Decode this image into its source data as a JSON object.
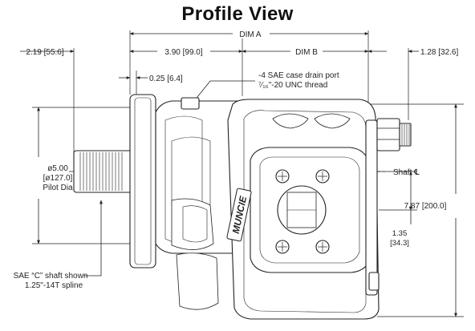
{
  "title": "Profile View",
  "dimensions": {
    "dim_a": "DIM A",
    "dim_b": "DIM B",
    "left_overall": "2.19 [55.6]",
    "mid_length": "3.90 [99.0]",
    "right_fitting": "1.28 [32.6]",
    "flange_thickness": "0.25 [6.4]",
    "height_total": "7.87 [200.0]",
    "shaft_offset_line1": "1.35",
    "shaft_offset_line2": "[34.3]"
  },
  "callouts": {
    "drain_port_line1": "-4 SAE case drain port",
    "drain_port_line2": "⁷⁄₁₆\"-20 UNC thread",
    "pilot_line1": "ø5.00",
    "pilot_line2": "[ø127.0]",
    "pilot_line3": "Pilot Dia",
    "shaft_line1": "SAE “C” shaft shown",
    "shaft_line2": "1.25\"-14T spline",
    "shaft_centerline": "Shaft ℄"
  },
  "logo_text": "MUNCIE",
  "colors": {
    "line": "#231f20",
    "body_fill": "#ffffff",
    "text": "#231f20"
  }
}
